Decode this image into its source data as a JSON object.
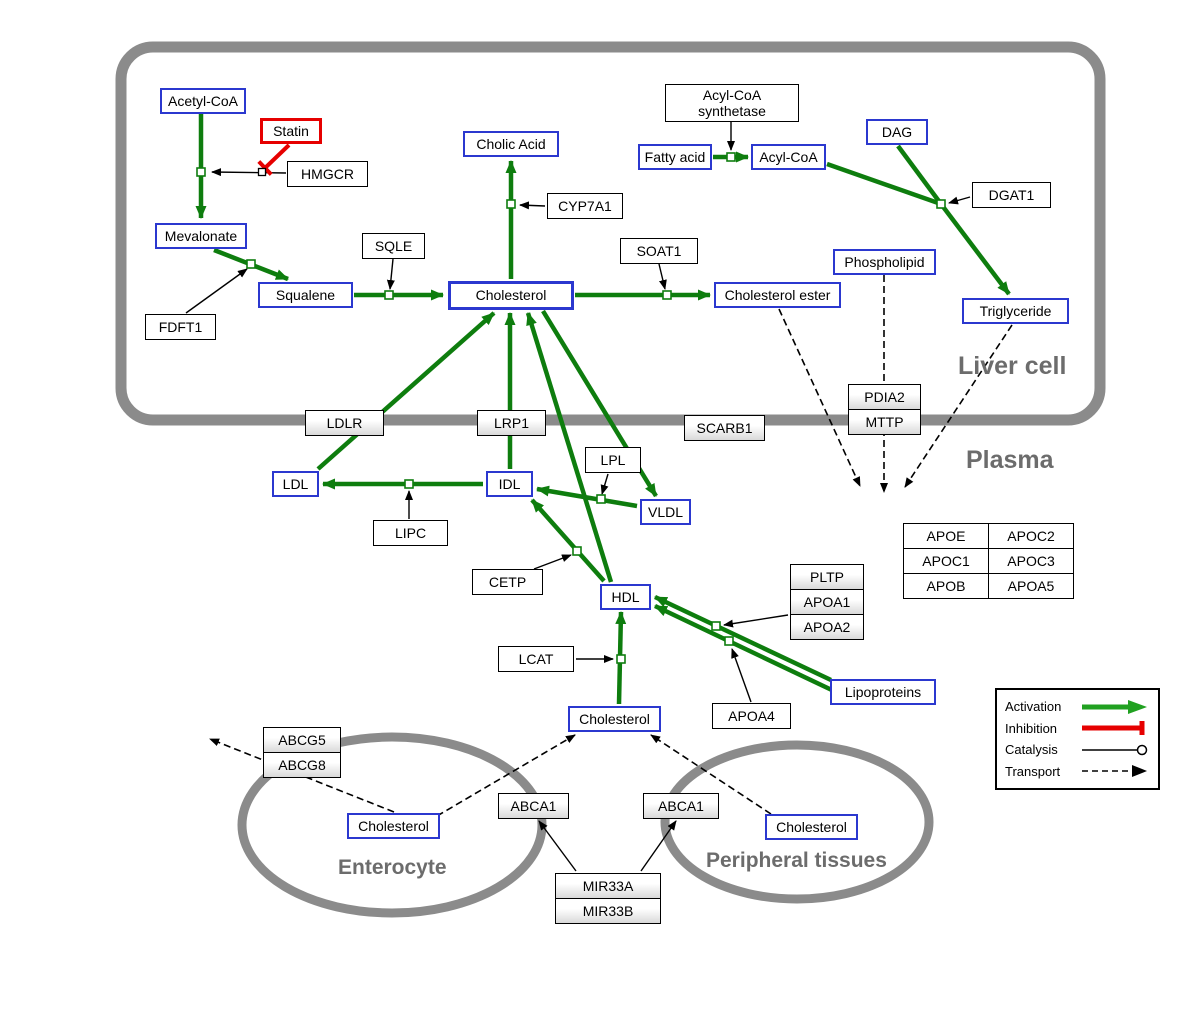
{
  "diagram": {
    "regions": {
      "liver": "Liver cell",
      "plasma": "Plasma",
      "enterocyte": "Enterocyte",
      "peripheral": "Peripheral tissues"
    },
    "nodes": {
      "acetyl_coa": "Acetyl-CoA",
      "statin": "Statin",
      "hmgcr": "HMGCR",
      "mevalonate": "Mevalonate",
      "fdft1": "FDFT1",
      "squalene": "Squalene",
      "sqle": "SQLE",
      "cholesterol_liver": "Cholesterol",
      "cholic_acid": "Cholic Acid",
      "cyp7a1": "CYP7A1",
      "soat1": "SOAT1",
      "cholesterol_ester": "Cholesterol ester",
      "acyl_coa_synthetase": "Acyl-CoA synthetase",
      "fatty_acid": "Fatty acid",
      "acyl_coa": "Acyl-CoA",
      "dag": "DAG",
      "dgat1": "DGAT1",
      "phospholipid": "Phospholipid",
      "triglyceride": "Triglyceride",
      "pdia2": "PDIA2",
      "mttp": "MTTP",
      "ldlr": "LDLR",
      "lrp1": "LRP1",
      "scarb1": "SCARB1",
      "ldl": "LDL",
      "idl": "IDL",
      "lipc": "LIPC",
      "lpl": "LPL",
      "vldl": "VLDL",
      "cetp": "CETP",
      "hdl": "HDL",
      "pltp": "PLTP",
      "apoa1": "APOA1",
      "apoa2": "APOA2",
      "lcat": "LCAT",
      "apoa4": "APOA4",
      "lipoproteins": "Lipoproteins",
      "cholesterol_plasma": "Cholesterol",
      "abcg5": "ABCG5",
      "abcg8": "ABCG8",
      "cholesterol_enterocyte": "Cholesterol",
      "abca1_left": "ABCA1",
      "abca1_right": "ABCA1",
      "cholesterol_peripheral": "Cholesterol",
      "mir33a": "MIR33A",
      "mir33b": "MIR33B"
    },
    "apo_table": {
      "rows": [
        [
          "APOE",
          "APOC2"
        ],
        [
          "APOC1",
          "APOC3"
        ],
        [
          "APOB",
          "APOA5"
        ]
      ]
    },
    "legend": {
      "items": [
        {
          "label": "Activation",
          "type": "activation"
        },
        {
          "label": "Inhibition",
          "type": "inhibition"
        },
        {
          "label": "Catalysis",
          "type": "catalysis"
        },
        {
          "label": "Transport",
          "type": "transport"
        }
      ]
    },
    "colors": {
      "activation": "#0e7d0e",
      "legend_activation": "#21a121",
      "inhibition": "#e60000",
      "transport": "#000000",
      "metabolite_border": "#2b38cf",
      "membrane": "#8b8b8b"
    }
  }
}
